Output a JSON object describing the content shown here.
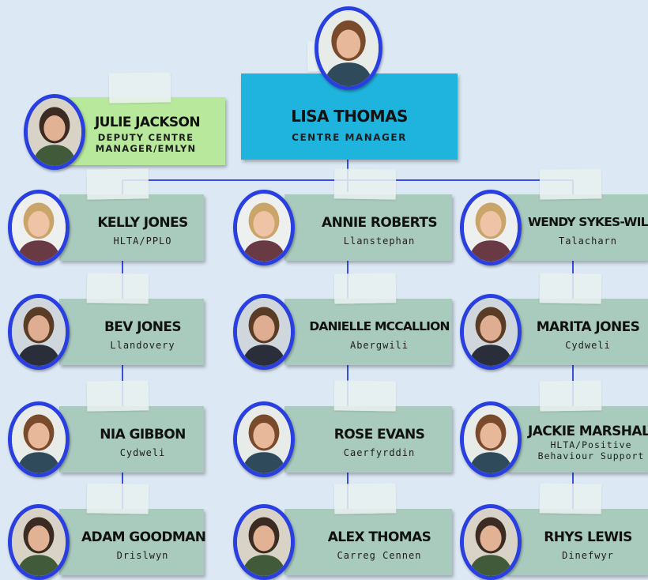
{
  "colors": {
    "background": "#dce9f5",
    "card": "#a9cbbd",
    "deputy_card": "#b7e89b",
    "manager_card": "#1fb4dd",
    "photo_ring": "#2a3fe0",
    "connector": "#3a4fe0"
  },
  "icons": {
    "photo": "person-photo-icon"
  },
  "manager": {
    "name": "LISA THOMAS",
    "role": "CENTRE MANAGER"
  },
  "deputy": {
    "name": "JULIE JACKSON",
    "role": "DEPUTY CENTRE MANAGER/EMLYN"
  },
  "columns": [
    {
      "staff": [
        {
          "name": "KELLY JONES",
          "location": "HLTA/PPLO"
        },
        {
          "name": "BEV JONES",
          "location": "Llandovery"
        },
        {
          "name": "NIA GIBBON",
          "location": "Cydweli"
        },
        {
          "name": "ADAM GOODMAN",
          "location": "Drislwyn"
        }
      ]
    },
    {
      "staff": [
        {
          "name": "ANNIE ROBERTS",
          "location": "Llanstephan"
        },
        {
          "name": "DANIELLE MCCALLION",
          "location": "Abergwili"
        },
        {
          "name": "ROSE EVANS",
          "location": "Caerfyrddin"
        },
        {
          "name": "ALEX THOMAS",
          "location": "Carreg Cennen"
        }
      ]
    },
    {
      "staff": [
        {
          "name": "WENDY SYKES-WILKS",
          "location": "Talacharn"
        },
        {
          "name": "MARITA JONES",
          "location": "Cydweli"
        },
        {
          "name": "JACKIE MARSHALL",
          "location": "HLTA/Positive Behaviour Support"
        },
        {
          "name": "RHYS LEWIS",
          "location": "Dinefwyr"
        }
      ]
    }
  ]
}
